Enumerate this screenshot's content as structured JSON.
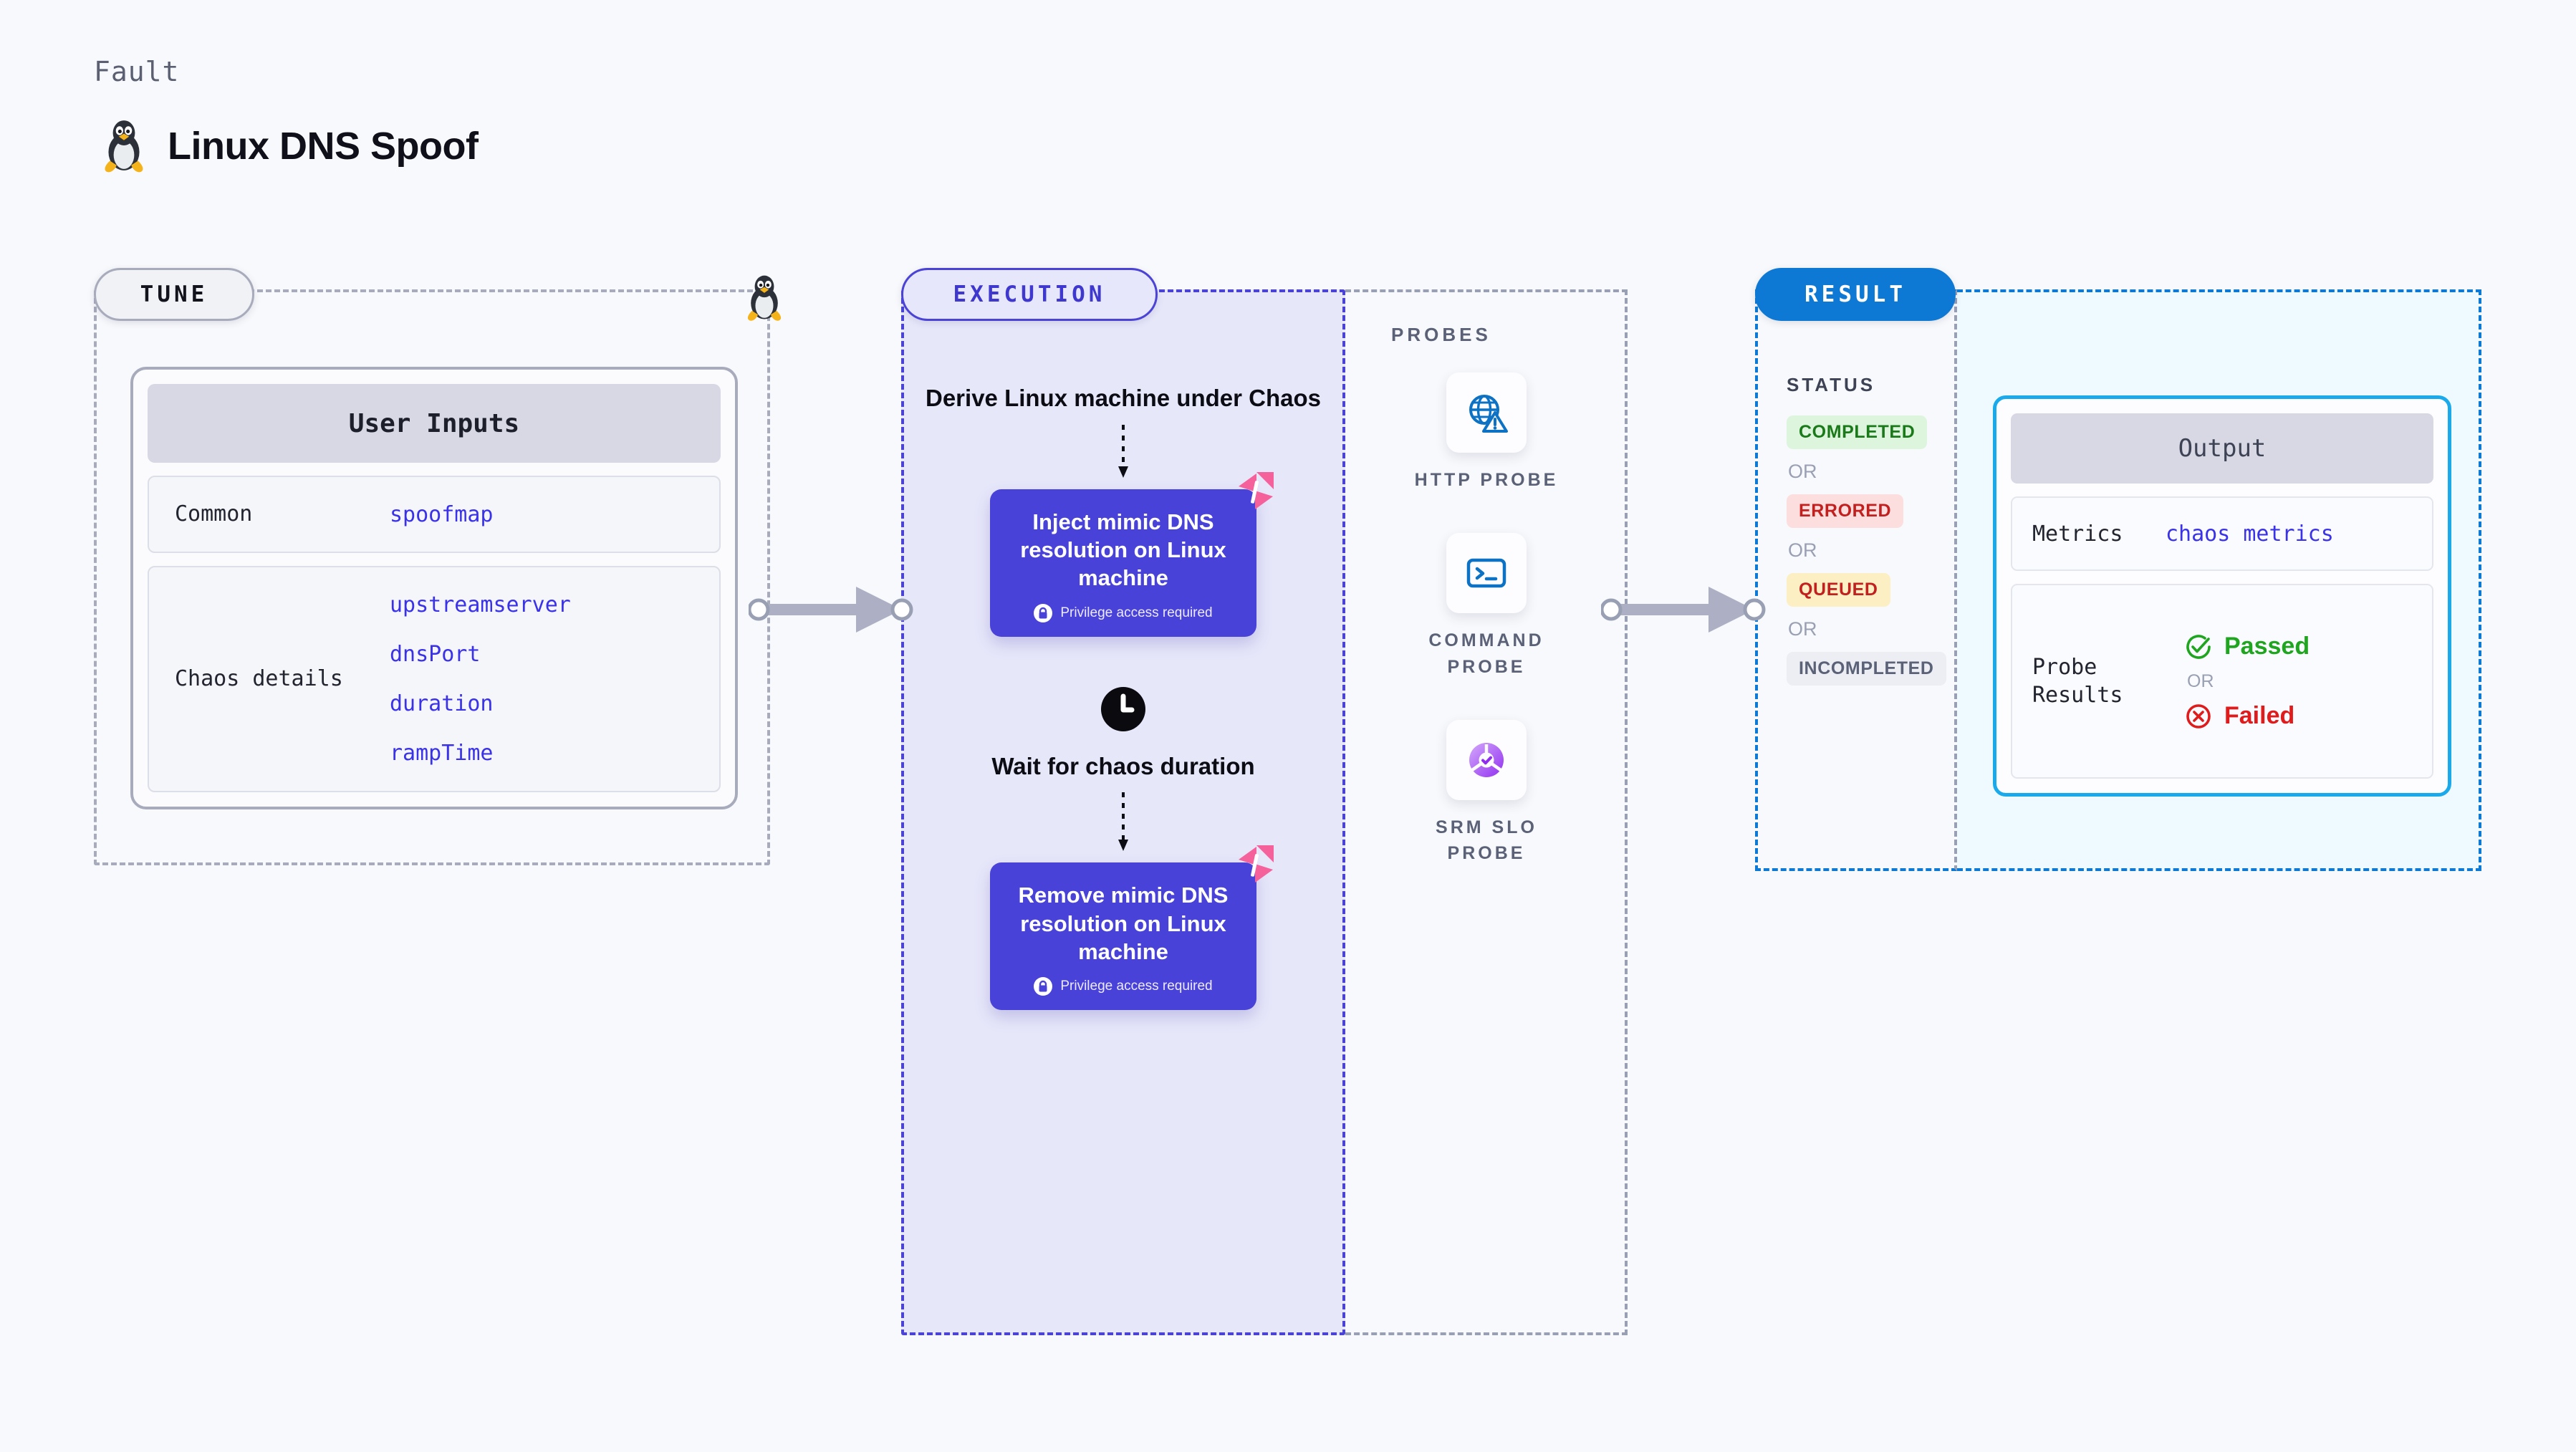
{
  "header": {
    "eyebrow": "Fault",
    "title": "Linux DNS Spoof",
    "icon": "linux-penguin-icon"
  },
  "tune": {
    "badge": "TUNE",
    "card_title": "User Inputs",
    "rows": [
      {
        "key": "Common",
        "values": [
          "spoofmap"
        ]
      },
      {
        "key": "Chaos details",
        "values": [
          "upstreamserver",
          "dnsPort",
          "duration",
          "rampTime"
        ]
      }
    ]
  },
  "execution": {
    "badge": "EXECUTION",
    "derive_label": "Derive Linux machine under Chaos",
    "blocks": [
      {
        "title": "Inject mimic DNS resolution on Linux machine",
        "privilege": "Privilege access required"
      },
      {
        "title": "Remove mimic DNS resolution on Linux machine",
        "privilege": "Privilege access required"
      }
    ],
    "wait_label": "Wait for chaos duration",
    "wait_icon": "clock-icon"
  },
  "probes": {
    "label": "PROBES",
    "items": [
      {
        "name": "HTTP PROBE",
        "icon": "globe-warning-icon"
      },
      {
        "name": "COMMAND PROBE",
        "icon": "terminal-icon"
      },
      {
        "name": "SRM SLO PROBE",
        "icon": "slo-donut-icon"
      }
    ]
  },
  "result": {
    "badge": "RESULT",
    "status_label": "STATUS",
    "or_text": "OR",
    "statuses": [
      {
        "label": "COMPLETED",
        "tone": "completed"
      },
      {
        "label": "ERRORED",
        "tone": "errored"
      },
      {
        "label": "QUEUED",
        "tone": "queued"
      },
      {
        "label": "INCOMPLETED",
        "tone": "incompleted"
      }
    ],
    "output": {
      "title": "Output",
      "metrics_key": "Metrics",
      "metrics_value": "chaos metrics",
      "probe_results_key": "Probe Results",
      "passed": "Passed",
      "failed": "Failed",
      "or_text": "OR"
    }
  },
  "colors": {
    "page_bg": "#f8f9fc",
    "execution_accent": "#4a43d6",
    "execution_bg": "#e7e7fa",
    "block_fill": "#4942d8",
    "result_accent": "#0d79d4",
    "output_bg": "#eefaff",
    "output_border": "#1aa9ea",
    "value_text": "#3a32e8",
    "passed": "#1fa51f",
    "failed": "#e01b1b",
    "corner_logo": "#f5619a"
  }
}
